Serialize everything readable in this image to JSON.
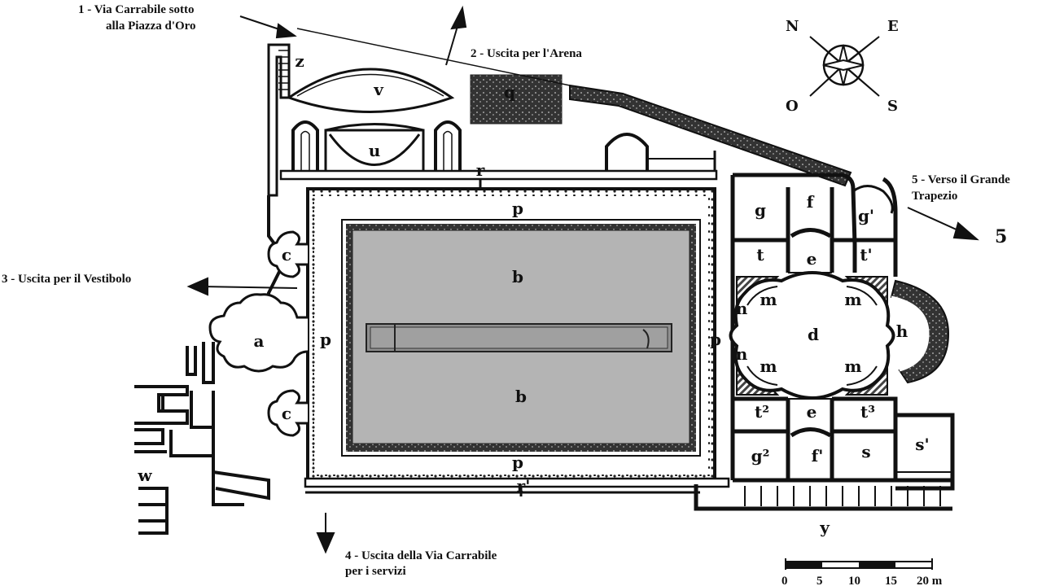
{
  "exits": {
    "e1_line1": "1 - Via Carrabile sotto",
    "e1_line2": "alla Piazza d'Oro",
    "e2": "2 - Uscita per l'Arena",
    "e3": "3 - Uscita per il Vestibolo",
    "e4_line1": "4 - Uscita della Via Carrabile",
    "e4_line2": "per i servizi",
    "e5_line1": "5 - Verso il Grande",
    "e5_line2": "Trapezio",
    "e5_number": "5"
  },
  "compass": {
    "n": "N",
    "e": "E",
    "o": "O",
    "s": "S"
  },
  "rooms": {
    "z": "z",
    "v": "v",
    "q": "q",
    "u": "u",
    "p_top": "p",
    "p_left": "p",
    "p_right": "p",
    "p_bottom": "p",
    "b_top": "b",
    "b_bottom": "b",
    "c_top": "c",
    "c_bottom": "c",
    "a": "a",
    "w": "w",
    "r_top": "r",
    "r_bottom": "r'",
    "g": "g",
    "f": "f",
    "g1": "g'",
    "t": "t",
    "e_top": "e",
    "t1": "t'",
    "m1": "m",
    "m2": "m",
    "m3": "m",
    "m4": "m",
    "n1": "n",
    "n2": "n",
    "d": "d",
    "h": "h",
    "t2": "t²",
    "e_bottom": "e",
    "t3": "t³",
    "g2": "g²",
    "f1": "f'",
    "s": "s",
    "s1": "s'",
    "y": "y"
  },
  "scale": {
    "t0": "0",
    "t5": "5",
    "t10": "10",
    "t15": "15",
    "t20": "20 m"
  }
}
